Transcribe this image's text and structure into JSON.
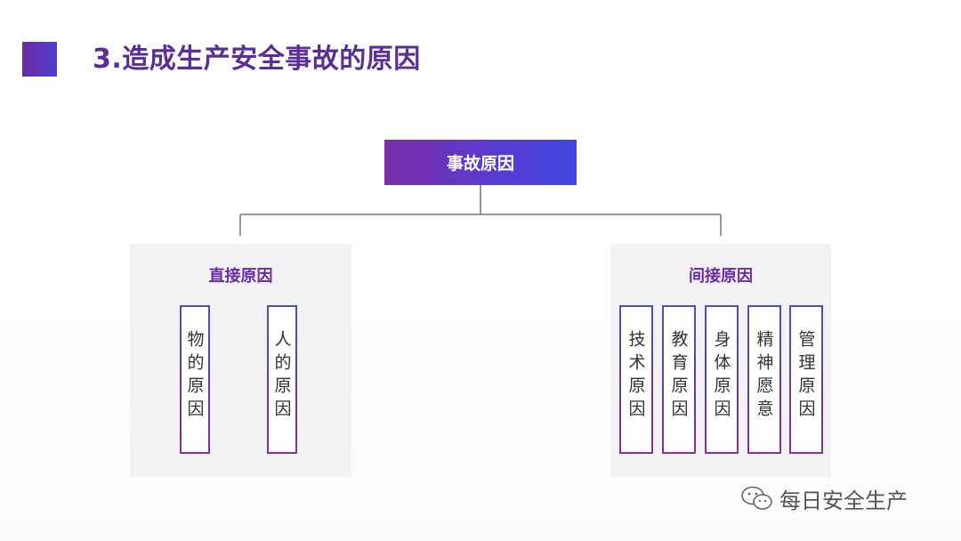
{
  "slide": {
    "title": "3.造成生产安全事故的原因"
  },
  "tree": {
    "root": "事故原因",
    "left": {
      "title": "直接原因",
      "items": [
        "物的原因",
        "人的原因"
      ]
    },
    "right": {
      "title": "间接原因",
      "items": [
        "技术原因",
        "教育原因",
        "身体原因",
        "精神愿意",
        "管理原因"
      ]
    }
  },
  "watermark": {
    "text": "每日安全生产",
    "icon": "wechat-icon"
  },
  "colors": {
    "accent_purple": "#6a2ba4",
    "accent_blue": "#3e45e0",
    "group_bg": "#f2f2f4"
  }
}
